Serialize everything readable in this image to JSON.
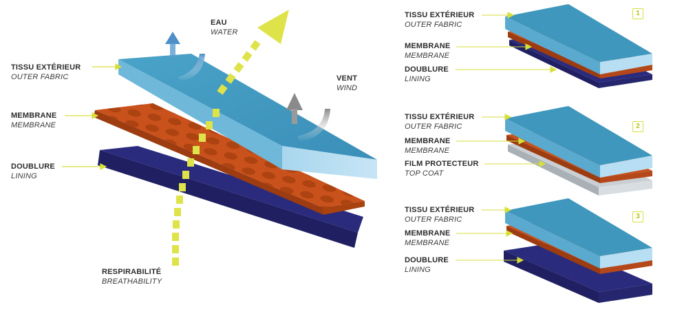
{
  "main": {
    "outer_fabric": {
      "fr": "TISSU EXTÉRIEUR",
      "en": "OUTER FABRIC"
    },
    "membrane": {
      "fr": "MEMBRANE",
      "en": "MEMBRANE"
    },
    "lining": {
      "fr": "DOUBLURE",
      "en": "LINING"
    },
    "water": {
      "fr": "EAU",
      "en": "WATER"
    },
    "wind": {
      "fr": "VENT",
      "en": "WIND"
    },
    "breathability": {
      "fr": "RESPIRABILITÉ",
      "en": "BREATHABILITY"
    }
  },
  "variants": [
    {
      "number": "1",
      "layers": [
        {
          "fr": "TISSU EXTÉRIEUR",
          "en": "OUTER FABRIC"
        },
        {
          "fr": "MEMBRANE",
          "en": "MEMBRANE"
        },
        {
          "fr": "DOUBLURE",
          "en": "LINING"
        }
      ]
    },
    {
      "number": "2",
      "layers": [
        {
          "fr": "TISSU EXTÉRIEUR",
          "en": "OUTER FABRIC"
        },
        {
          "fr": "MEMBRANE",
          "en": "MEMBRANE"
        },
        {
          "fr": "FILM PROTECTEUR",
          "en": "TOP COAT"
        }
      ]
    },
    {
      "number": "3",
      "layers": [
        {
          "fr": "TISSU EXTÉRIEUR",
          "en": "OUTER FABRIC"
        },
        {
          "fr": "MEMBRANE",
          "en": "MEMBRANE"
        },
        {
          "fr": "DOUBLURE",
          "en": "LINING"
        }
      ]
    }
  ],
  "colors": {
    "outer_fabric": "#3f97bd",
    "membrane": "#c9521c",
    "lining": "#2a2a7a",
    "top_coat": "#c9cfd3",
    "leader_line": "#d7df3a",
    "breath_arrow": "#dfe34a"
  }
}
